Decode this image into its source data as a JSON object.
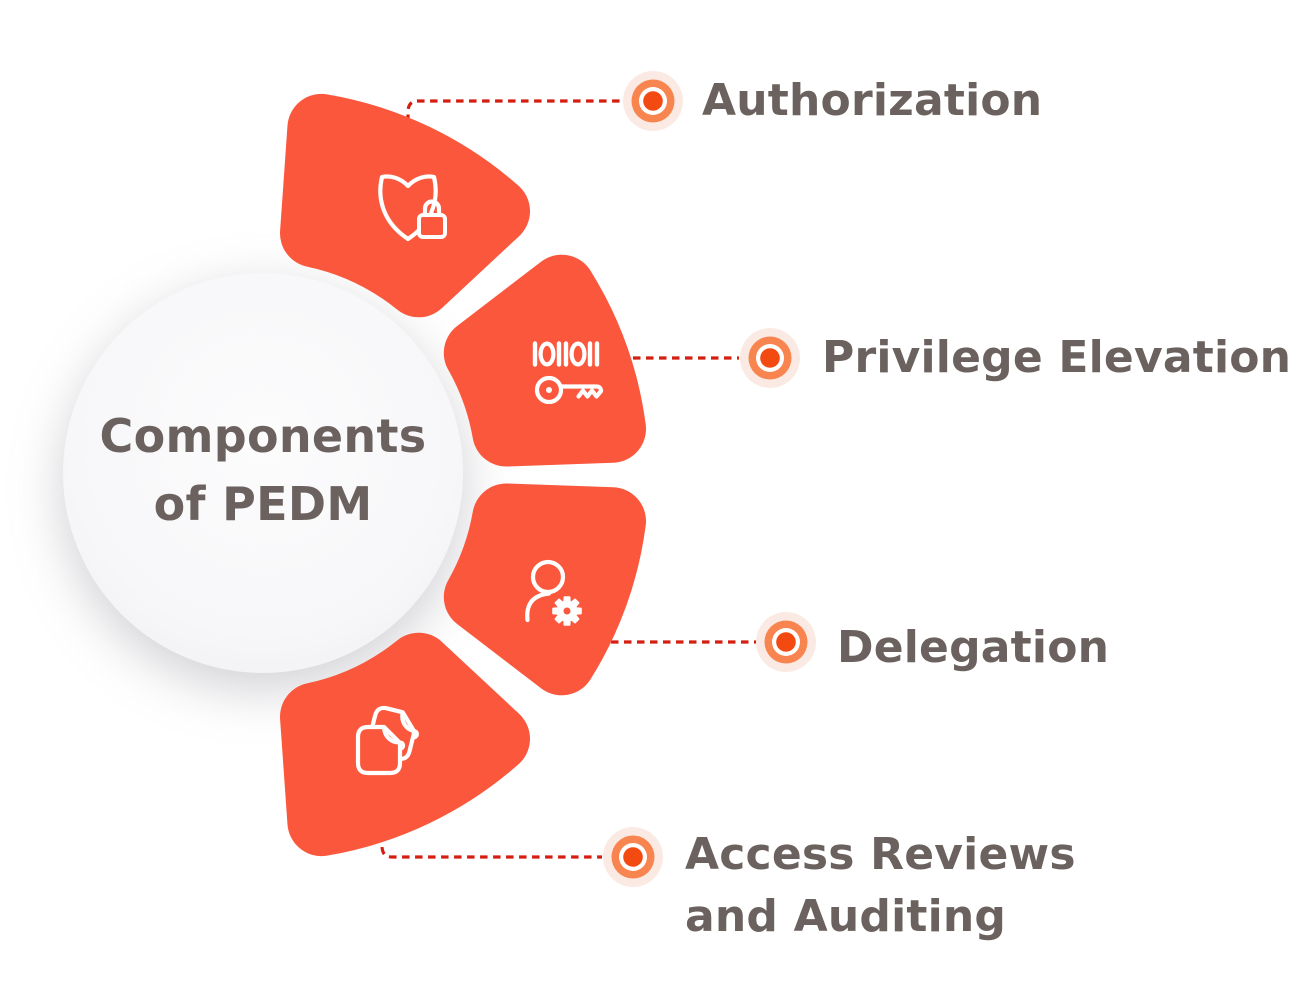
{
  "title": {
    "line1": "Components",
    "line2": "of PEDM"
  },
  "segments": [
    {
      "label": "Authorization",
      "icon": "shield-lock-icon"
    },
    {
      "label": "Privilege Elevation",
      "icon": "binary-key-icon"
    },
    {
      "label": "Delegation",
      "icon": "user-gear-icon"
    },
    {
      "label": "Access Reviews and Auditing",
      "label_lines": [
        "Access Reviews",
        "and Auditing"
      ],
      "icon": "documents-icon"
    }
  ],
  "colors": {
    "segment": "#FB573D",
    "connector": "#D41F10",
    "marker_ring": "#F8854F",
    "marker_dot": "#F24A10",
    "marker_halo": "#FBEAE3",
    "text": "#6B625F",
    "circle_fill": "#F7F7F9"
  }
}
